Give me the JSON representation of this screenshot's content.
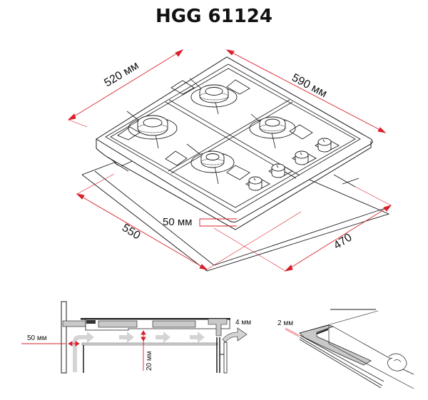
{
  "title": "HGG 61124",
  "main_view": {
    "dimensions": {
      "width_top": "520 мм",
      "depth_top": "590 мм",
      "cutout_width": "550",
      "cutout_depth": "470",
      "edge_distance": "50 мм"
    },
    "burners": 4,
    "knobs": 4
  },
  "section_view": {
    "wall_gap": "50 мм",
    "air_gap": "20 мм",
    "rear_gap": "4 мм"
  },
  "seal_view": {
    "seal_thickness": "2 мм"
  },
  "colors": {
    "dimension_line": "#d8202a",
    "outline": "#1a1a1a",
    "fill_gray": "#c9c9c9",
    "arrow_gray": "#d4d4d4"
  }
}
